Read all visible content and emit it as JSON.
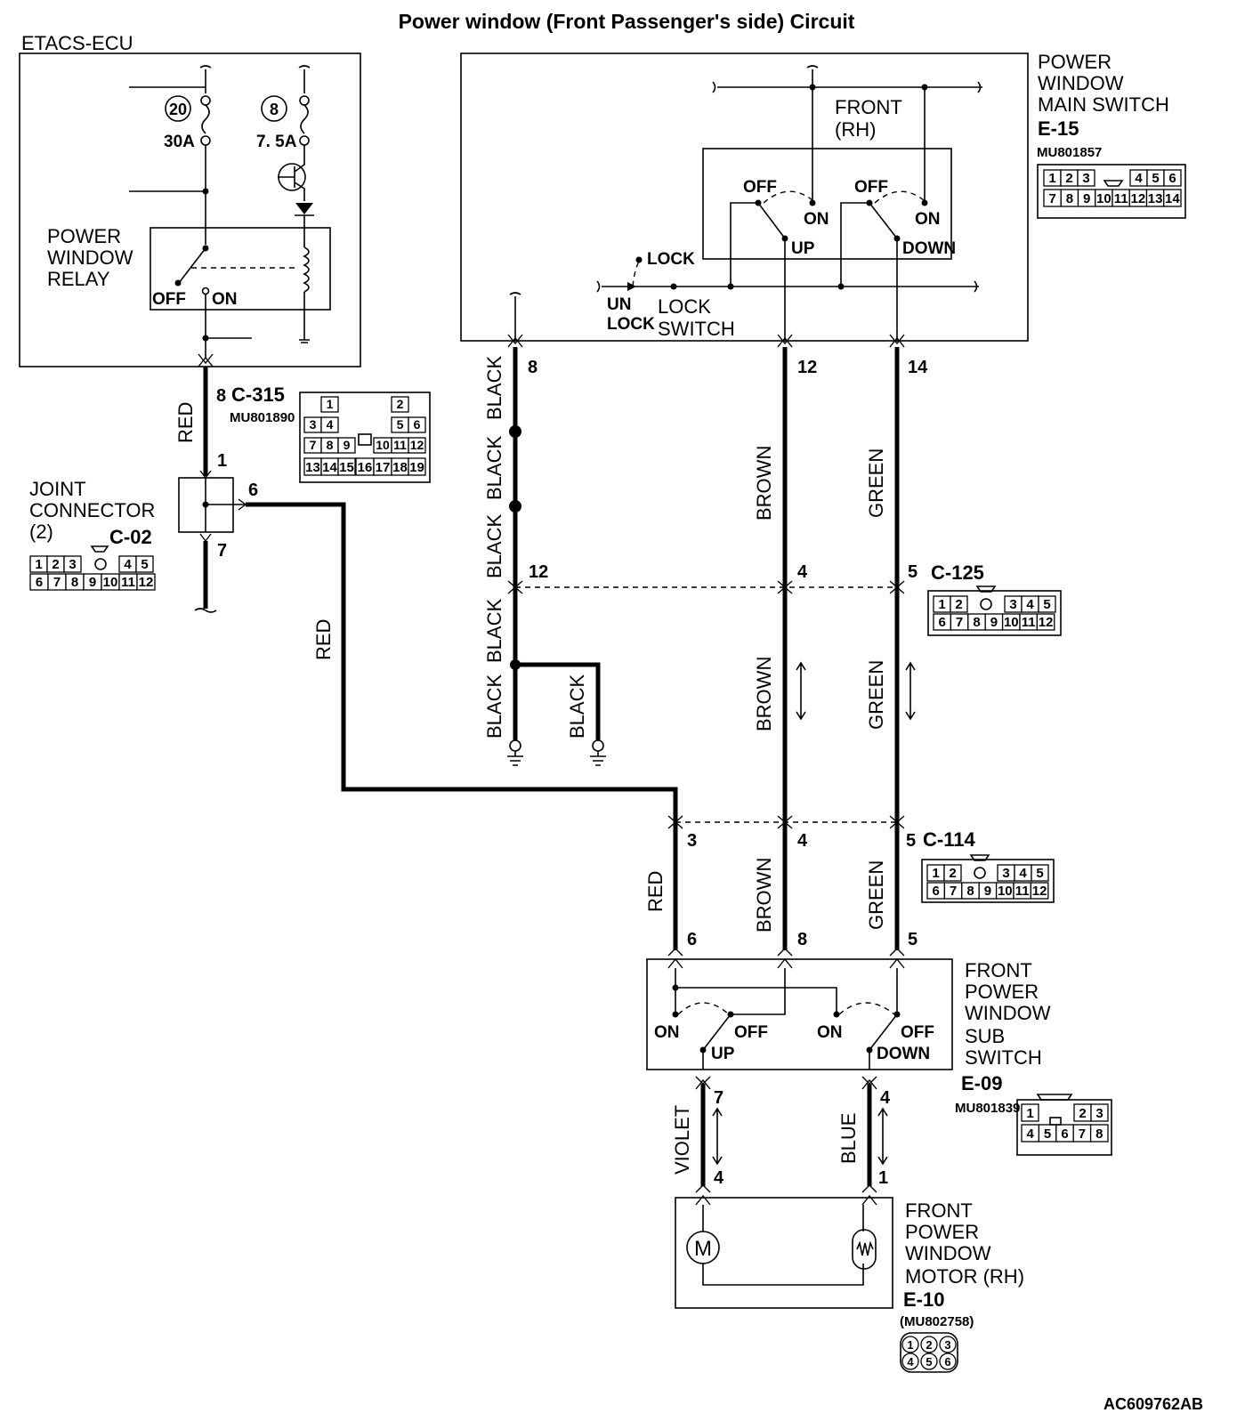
{
  "title": "Power window (Front Passenger's side) Circuit",
  "footer_code": "AC609762AB",
  "etacs": {
    "label": "ETACS-ECU",
    "fuse_a_num": "20",
    "fuse_a_rating": "30A",
    "fuse_b_num": "8",
    "fuse_b_rating": "7. 5A",
    "relay_l1": "POWER",
    "relay_l2": "WINDOW",
    "relay_l3": "RELAY",
    "relay_off": "OFF",
    "relay_on": "ON"
  },
  "main_switch": {
    "l1": "POWER",
    "l2": "WINDOW",
    "l3": "MAIN SWITCH",
    "id": "E-15",
    "part": "MU801857",
    "front_l1": "FRONT",
    "front_l2": "(RH)",
    "off1": "OFF",
    "on1": "ON",
    "up": "UP",
    "off2": "OFF",
    "on2": "ON",
    "down": "DOWN",
    "lock": "LOCK",
    "un": "UN",
    "lock2": "LOCK",
    "lock_sw_l1": "LOCK",
    "lock_sw_l2": "SWITCH",
    "pins_row1": [
      "1",
      "2",
      "3",
      "",
      "4",
      "5",
      "6"
    ],
    "pins_row2": [
      "7",
      "8",
      "9",
      "10",
      "11",
      "12",
      "13",
      "14"
    ]
  },
  "c315": {
    "pin": "8",
    "id": "C-315",
    "part": "MU801890",
    "r1": [
      "1",
      "2"
    ],
    "r2": [
      "3",
      "4",
      "5",
      "6"
    ],
    "r3": [
      "7",
      "8",
      "9",
      "10",
      "11",
      "12"
    ],
    "r4": [
      "13",
      "14",
      "15",
      "16",
      "17",
      "18",
      "19"
    ]
  },
  "joint": {
    "l1": "JOINT",
    "l2": "CONNECTOR",
    "l3": "(2)",
    "id": "C-02",
    "pin_in": "1",
    "pin_out": "6",
    "pin_gnd": "7",
    "r1": [
      "1",
      "2",
      "3",
      "4",
      "5"
    ],
    "r2": [
      "6",
      "7",
      "8",
      "9",
      "10",
      "11",
      "12"
    ]
  },
  "c125": {
    "id": "C-125",
    "p_black": "12",
    "p_brown": "4",
    "p_green": "5",
    "r1": [
      "1",
      "2",
      "3",
      "4",
      "5"
    ],
    "r2": [
      "6",
      "7",
      "8",
      "9",
      "10",
      "11",
      "12"
    ]
  },
  "c114": {
    "id": "C-114",
    "p_red": "3",
    "p_brown": "4",
    "p_green": "5",
    "r1": [
      "1",
      "2",
      "3",
      "4",
      "5"
    ],
    "r2": [
      "6",
      "7",
      "8",
      "9",
      "10",
      "11",
      "12"
    ]
  },
  "sub_switch": {
    "l1": "FRONT",
    "l2": "POWER",
    "l3": "WINDOW",
    "l4": "SUB",
    "l5": "SWITCH",
    "id": "E-09",
    "part": "MU801839",
    "on1": "ON",
    "off1": "OFF",
    "up": "UP",
    "on2": "ON",
    "off2": "OFF",
    "down": "DOWN",
    "p_red": "6",
    "p_brown": "8",
    "p_green": "5",
    "p_violet": "7",
    "p_blue": "4",
    "r1": [
      "1",
      "2",
      "3"
    ],
    "r2": [
      "4",
      "5",
      "6",
      "7",
      "8"
    ]
  },
  "motor": {
    "l1": "FRONT",
    "l2": "POWER",
    "l3": "WINDOW",
    "l4": "MOTOR (RH)",
    "id": "E-10",
    "part": "(MU802758)",
    "symbol": "M",
    "p_violet": "4",
    "p_blue": "1",
    "r1": [
      "1",
      "2",
      "3"
    ],
    "r2": [
      "4",
      "5",
      "6"
    ]
  },
  "wires": {
    "red": "RED",
    "black": "BLACK",
    "brown": "BROWN",
    "green": "GREEN",
    "violet": "VIOLET",
    "blue": "BLUE",
    "pin_black": "8",
    "pin_brown": "12",
    "pin_green": "14"
  }
}
